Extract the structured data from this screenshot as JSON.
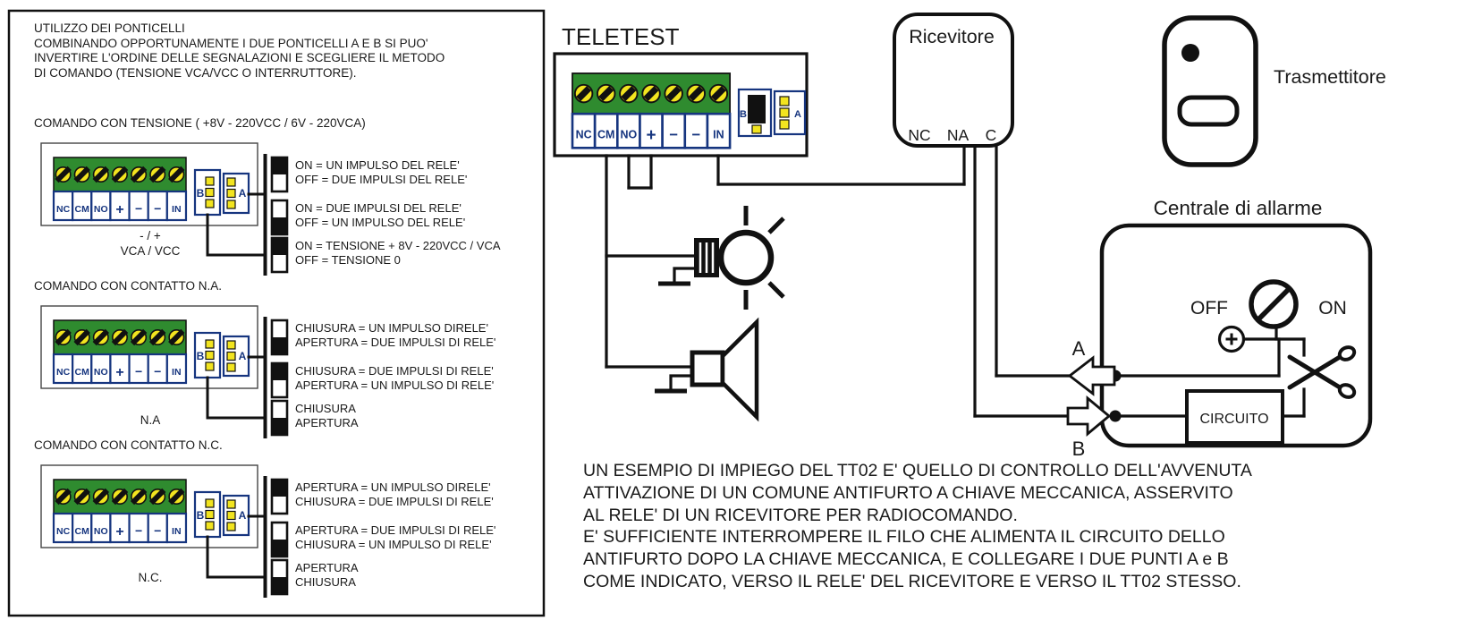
{
  "colors": {
    "strip_green": "#2f8b2f",
    "pin_yellow": "#f2e41f",
    "label_navy": "#16357f",
    "line_black": "#1a1a1a"
  },
  "terminals": [
    "NC",
    "CM",
    "NO",
    "+",
    "−",
    "−",
    "IN"
  ],
  "jumpers": {
    "b": "B",
    "a": "A"
  },
  "left_panel": {
    "intro": "UTILIZZO DEI PONTICELLI\nCOMBINANDO OPPORTUNAMENTE I DUE PONTICELLI A E B SI PUO'\nINVERTIRE L'ORDINE DELLE SEGNALAZIONI E SCEGLIERE IL METODO\nDI COMANDO (TENSIONE VCA/VCC O INTERRUTTORE).",
    "sections": [
      {
        "title": "COMANDO CON TENSIONE ( +8V - 220VCC / 6V - 220VCA)",
        "caption": "- / +\nVCA / VCC",
        "switch_labels": [
          "ON = UN IMPULSO DEL RELE'\nOFF = DUE IMPULSI DEL RELE'",
          "ON = DUE IMPULSI DEL RELE'\nOFF = UN IMPULSO DEL RELE'",
          "ON = TENSIONE + 8V - 220VCC / VCA\nOFF = TENSIONE 0"
        ],
        "switch_states": [
          "black-top",
          "white-top",
          "black-top"
        ]
      },
      {
        "title": "COMANDO CON CONTATTO N.A.",
        "caption": "N.A",
        "switch_labels": [
          "CHIUSURA = UN IMPULSO DIRELE'\nAPERTURA = DUE IMPULSI DI RELE'",
          "CHIUSURA = DUE IMPULSI DI RELE'\nAPERTURA = UN IMPULSO DI RELE'",
          "CHIUSURA\nAPERTURA"
        ],
        "switch_states": [
          "white-top",
          "black-top",
          "white-top"
        ]
      },
      {
        "title": "COMANDO CON CONTATTO N.C.",
        "caption": "N.C.",
        "switch_labels": [
          "APERTURA = UN IMPULSO DIRELE'\nCHIUSURA = DUE IMPULSI DI RELE'",
          "APERTURA = DUE IMPULSI DI RELE'\nCHIUSURA = UN IMPULSO DI RELE'",
          "APERTURA\nCHIUSURA"
        ],
        "switch_states": [
          "black-top",
          "white-top",
          "white-top"
        ]
      }
    ]
  },
  "teletest": {
    "title": "TELETEST"
  },
  "ricevitore": {
    "title": "Ricevitore",
    "nc": "NC",
    "na": "NA",
    "c": "C"
  },
  "trasmettitore": {
    "label": "Trasmettitore"
  },
  "centrale": {
    "title": "Centrale di allarme",
    "off_label": "OFF",
    "on_label": "ON",
    "circuit_label": "CIRCUITO",
    "point_a": "A",
    "point_b": "B"
  },
  "note": "UN ESEMPIO DI IMPIEGO DEL TT02 E' QUELLO DI CONTROLLO DELL'AVVENUTA\nATTIVAZIONE DI UN COMUNE ANTIFURTO A CHIAVE MECCANICA, ASSERVITO\nAL RELE' DI UN RICEVITORE PER RADIOCOMANDO.\nE' SUFFICIENTE INTERROMPERE IL FILO CHE ALIMENTA IL CIRCUITO DELLO\nANTIFURTO DOPO LA CHIAVE MECCANICA, E COLLEGARE I DUE PUNTI A e B\nCOME INDICATO, VERSO IL RELE' DEL RICEVITORE E VERSO IL TT02 STESSO."
}
